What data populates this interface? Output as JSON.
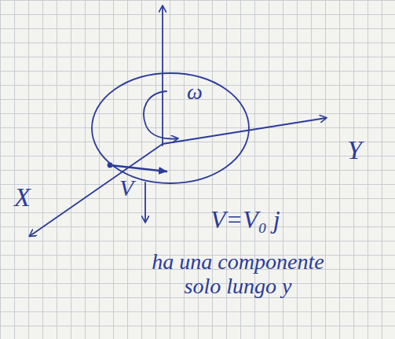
{
  "diagram": {
    "labels": [
      "ω",
      "Y",
      "X",
      "V",
      "V=V₀ j⃗",
      "ha una componente solo lungo y"
    ]
  }
}
